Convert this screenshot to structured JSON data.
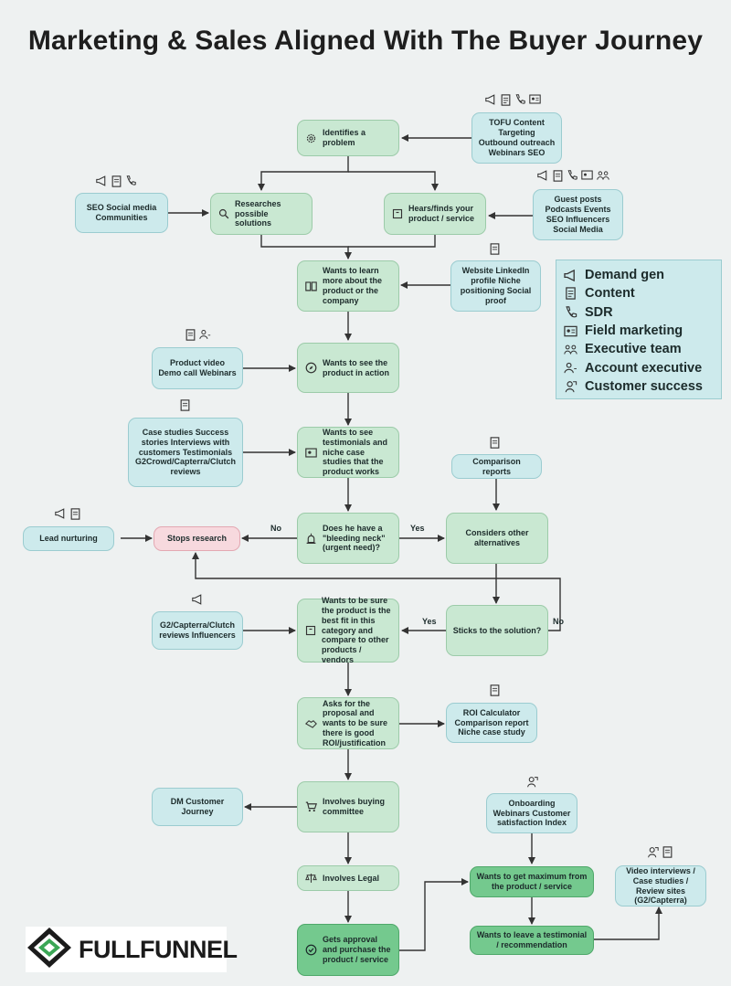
{
  "title": "Marketing & Sales Aligned With The Buyer Journey",
  "colors": {
    "step": "#c9e8d2",
    "step_dark": "#74c98e",
    "source": "#cdeaec",
    "stop": "#f7d9de",
    "arrow": "#333333",
    "background": "#eef1f1"
  },
  "steps": {
    "identifies": "Identifies a problem",
    "researches": "Researches possible solutions",
    "hears": "Hears/finds your product / service",
    "learn_more": "Wants to learn more about the product or the company",
    "see_action": "Wants to see the product in action",
    "testimonials": "Wants to see testimonials and niche case studies that the product works",
    "bleeding_neck": "Does he have a \"bleeding neck\" (urgent need)?",
    "stops": "Stops research",
    "considers": "Considers other alternatives",
    "sticks": "Sticks to the solution?",
    "best_fit": "Wants to be sure the product is the best fit in this category and compare to other products / vendors",
    "proposal": "Asks for the proposal and wants to be sure there is good ROI/justification",
    "buying_committee": "Involves buying committee",
    "legal": "Involves Legal",
    "approval": "Gets approval and purchase the product / service",
    "maximum": "Wants to get maximum from the product / service",
    "testimonial_leave": "Wants to leave a testimonial / recommendation"
  },
  "sources": {
    "tofu": "TOFU Content Targeting Outbound outreach Webinars SEO",
    "seo_social": "SEO Social media Communities",
    "guest_posts": "Guest posts Podcasts Events SEO Influencers Social Media",
    "website": "Website LinkedIn profile Niche positioning Social proof",
    "product_video": "Product video Demo call Webinars",
    "case_studies": "Case studies Success stories Interviews with customers Testimonials G2Crowd/Capterra/Clutch reviews",
    "comparison": "Comparison reports",
    "lead_nurturing": "Lead nurturing",
    "g2": "G2/Capterra/Clutch reviews Influencers",
    "roi": "ROI Calculator Comparison report Niche case study",
    "dm": "DM Customer Journey",
    "onboarding": "Onboarding Webinars Customer satisfaction Index",
    "video_interviews": "Video interviews / Case studies / Review sites (G2/Capterra)"
  },
  "edge_labels": {
    "no_left": "No",
    "yes_right": "Yes",
    "yes_sticks": "Yes",
    "no_sticks": "No"
  },
  "legend": [
    {
      "label": "Demand gen",
      "icon": "megaphone-icon"
    },
    {
      "label": "Content",
      "icon": "document-icon"
    },
    {
      "label": "SDR",
      "icon": "phone-icon"
    },
    {
      "label": "Field marketing",
      "icon": "id-card-icon"
    },
    {
      "label": "Executive team",
      "icon": "team-icon"
    },
    {
      "label": "Account executive",
      "icon": "person-icon"
    },
    {
      "label": "Customer success",
      "icon": "support-icon"
    }
  ],
  "logo": {
    "text": "FULLFUNNEL"
  }
}
